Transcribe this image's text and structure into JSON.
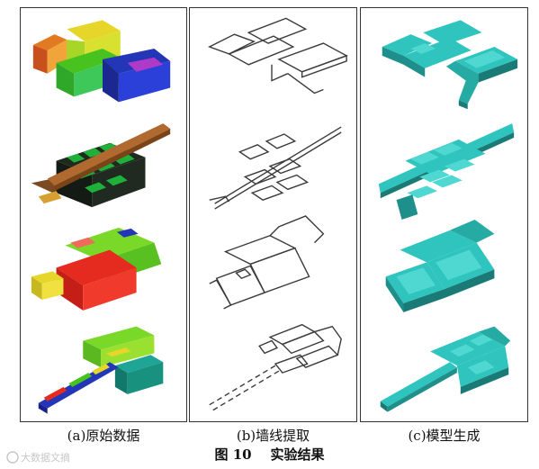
{
  "panels": [
    {
      "id": "a",
      "label": "(a)原始数据"
    },
    {
      "id": "b",
      "label": "(b)墙线提取"
    },
    {
      "id": "c",
      "label": "(c)模型生成"
    }
  ],
  "caption": "图 10    实验结果",
  "watermark": "大数据文摘",
  "colors": {
    "border": "#333333",
    "model_top": "#2fc4bd",
    "model_side": "#1e8f8a",
    "model_floor": "#4fd8d2",
    "wall_line": "#3a3a3a",
    "pc_red": "#e52a1f",
    "pc_green": "#48c21e",
    "pc_yellow": "#e6d62a",
    "pc_blue": "#2436b8",
    "pc_orange": "#e27a22",
    "pc_teal": "#1fa596"
  }
}
